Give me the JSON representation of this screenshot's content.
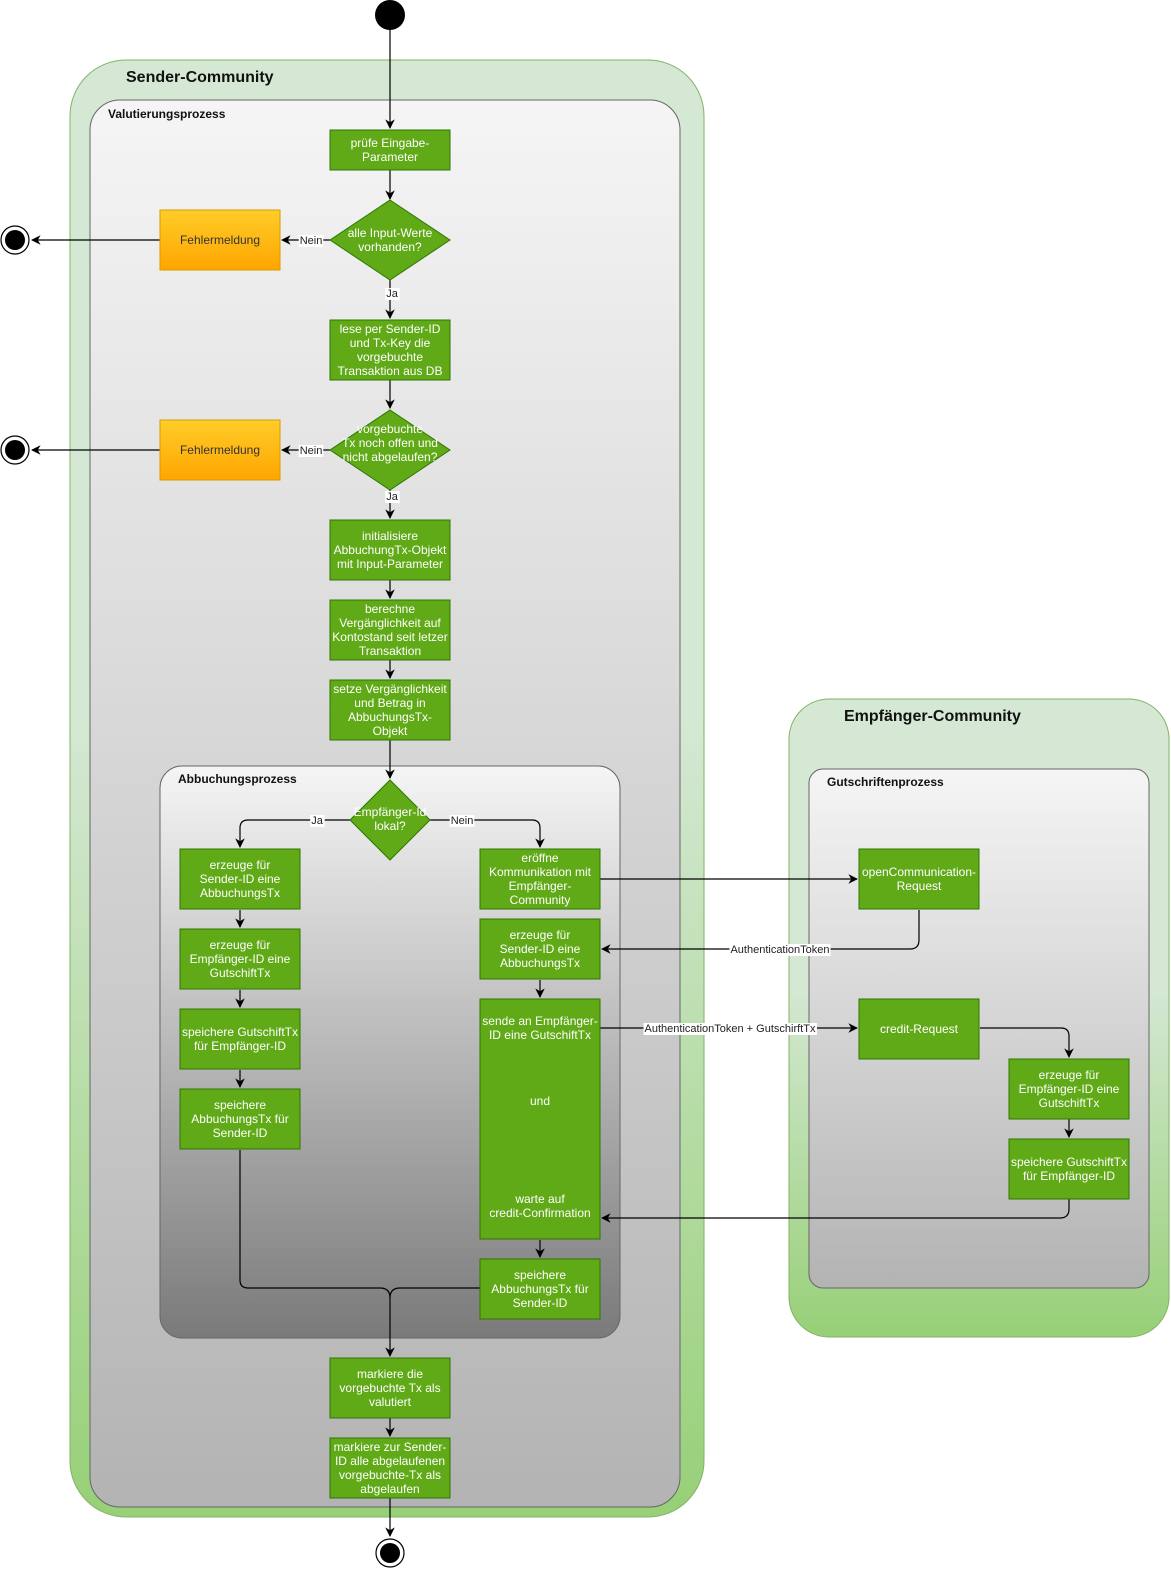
{
  "pools": {
    "sender": {
      "title": "Sender-Community"
    },
    "receiver": {
      "title": "Empfänger-Community"
    }
  },
  "lanes": {
    "valutierung": {
      "title": "Valutierungsprozess"
    },
    "abbuchung": {
      "title": "Abbuchungsprozess"
    },
    "gutschriften": {
      "title": "Gutschriftenprozess"
    }
  },
  "nodes": {
    "pruefe": [
      "prüfe Eingabe-",
      "Parameter"
    ],
    "dec_input": [
      "alle Input-Werte",
      "vorhanden?"
    ],
    "fehler1": [
      "Fehlermeldung"
    ],
    "lese": [
      "lese per Sender-ID",
      "und Tx-Key die",
      "vorgebuchte",
      "Transaktion aus DB"
    ],
    "dec_offen": [
      "vorgebuchte",
      "Tx noch offen und",
      "nicht abgelaufen?"
    ],
    "fehler2": [
      "Fehlermeldung"
    ],
    "init": [
      "initialisiere",
      "AbbuchungTx-Objekt",
      "mit Input-Parameter"
    ],
    "berechne": [
      "berechne",
      "Vergänglichkeit auf",
      "Kontostand seit letzer",
      "Transaktion"
    ],
    "setze": [
      "setze Vergänglichkeit",
      "und Betrag in",
      "AbbuchungsTx-",
      "Objekt"
    ],
    "dec_lokal": [
      "Empfänger-Id",
      "lokal?"
    ],
    "l_abbuch": [
      "erzeuge für",
      "Sender-ID eine",
      "AbbuchungsTx"
    ],
    "l_gutschr": [
      "erzeuge für",
      "Empfänger-ID eine",
      "GutschiftTx"
    ],
    "l_speich_g": [
      "speichere GutschiftTx",
      "für Empfänger-ID"
    ],
    "l_speich_a": [
      "speichere",
      "AbbuchungsTx für",
      "Sender-ID"
    ],
    "r_eroeffne": [
      "eröffne",
      "Kommunikation mit",
      "Empfänger-",
      "Community"
    ],
    "r_abbuch": [
      "erzeuge für",
      "Sender-ID eine",
      "AbbuchungsTx"
    ],
    "r_sende_top": [
      "sende an Empfänger-",
      "ID eine GutschiftTx"
    ],
    "r_sende_mid": [
      "und"
    ],
    "r_sende_bot": [
      "warte auf",
      "credit-Confirmation"
    ],
    "r_speich_a": [
      "speichere",
      "AbbuchungsTx für",
      "Sender-ID"
    ],
    "markiere": [
      "markiere die",
      "vorgebuchte Tx als",
      "valutiert"
    ],
    "markiere_abgel": [
      "markiere zur Sender-",
      "ID alle abgelaufenen",
      "vorgebuchte-Tx als",
      "abgelaufen"
    ],
    "open_req": [
      "openCommunication-",
      "Request"
    ],
    "credit_req": [
      "credit-Request"
    ],
    "e_gutschr": [
      "erzeuge für",
      "Empfänger-ID eine",
      "GutschiftTx"
    ],
    "e_speich": [
      "speichere GutschiftTx",
      "für Empfänger-ID"
    ]
  },
  "edge_labels": {
    "nein1": "Nein",
    "ja1": "Ja",
    "nein2": "Nein",
    "ja2": "Ja",
    "ja_lokal": "Ja",
    "nein_lokal": "Nein",
    "auth_token": "AuthenticationToken",
    "auth_gutschrift": "AuthenticationToken + GutschirftTx"
  },
  "colors": {
    "activity_fill": "#60a917",
    "activity_stroke": "#2d7600",
    "error_fill_top": "#ffcd28",
    "error_fill_bottom": "#ffa500",
    "error_stroke": "#d79b00",
    "pool_fill_top": "#d5e8d4",
    "pool_fill_bottom": "#97d077",
    "pool_stroke": "#82b366"
  }
}
